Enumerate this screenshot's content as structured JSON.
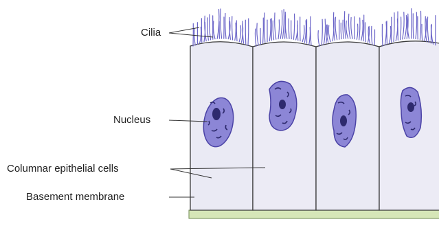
{
  "labels": {
    "cilia": "Cilia",
    "nucleus": "Nucleus",
    "columnar_cells": "Columnar epithelial cells",
    "basement_membrane": "Basement membrane"
  },
  "colors": {
    "cell_fill": "#eaeaf4",
    "cell_outline": "#3a3a3a",
    "nucleus_fill": "#8c86d6",
    "nucleus_outline": "#4b43a6",
    "chromatin": "#2e2a6e",
    "cilia": "#6a64c8",
    "membrane_fill": "#d6e6b8",
    "membrane_outline": "#6f8a50",
    "leader_line": "#333333"
  }
}
